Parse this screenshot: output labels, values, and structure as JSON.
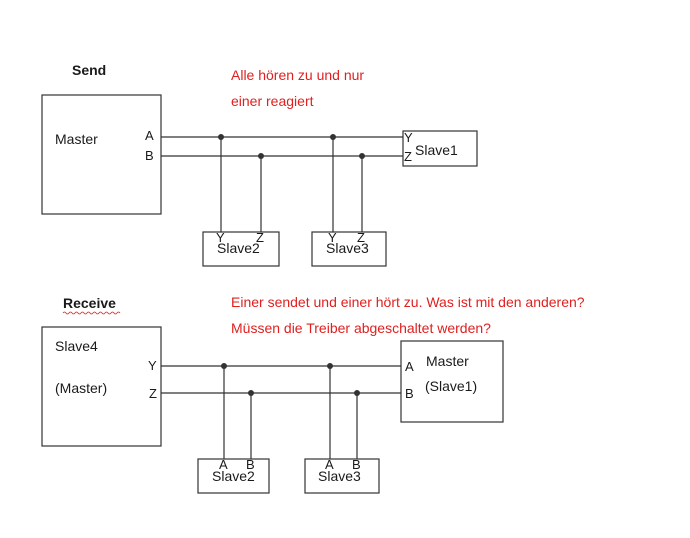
{
  "send": {
    "heading": "Send",
    "note_line1": "Alle hören zu und nur",
    "note_line2": "einer reagiert",
    "master": {
      "label": "Master",
      "pin_a": "A",
      "pin_b": "B"
    },
    "slave1": {
      "label": "Slave1",
      "pin_y": "Y",
      "pin_z": "Z"
    },
    "slave2": {
      "label": "Slave2",
      "pin_y": "Y",
      "pin_z": "Z"
    },
    "slave3": {
      "label": "Slave3",
      "pin_y": "Y",
      "pin_z": "Z"
    }
  },
  "receive": {
    "heading": "Receive",
    "note_line1": "Einer sendet und einer hört zu. Was ist mit den anderen?",
    "note_line2": "Müssen die Treiber abgeschaltet werden?",
    "slave4": {
      "label": "Slave4",
      "sublabel": "(Master)",
      "pin_y": "Y",
      "pin_z": "Z"
    },
    "master": {
      "label": "Master",
      "sublabel": "(Slave1)",
      "pin_a": "A",
      "pin_b": "B"
    },
    "slave2": {
      "label": "Slave2",
      "pin_a": "A",
      "pin_b": "B"
    },
    "slave3": {
      "label": "Slave3",
      "pin_a": "A",
      "pin_b": "B"
    }
  },
  "colors": {
    "note": "#e02020",
    "line": "#333333"
  }
}
